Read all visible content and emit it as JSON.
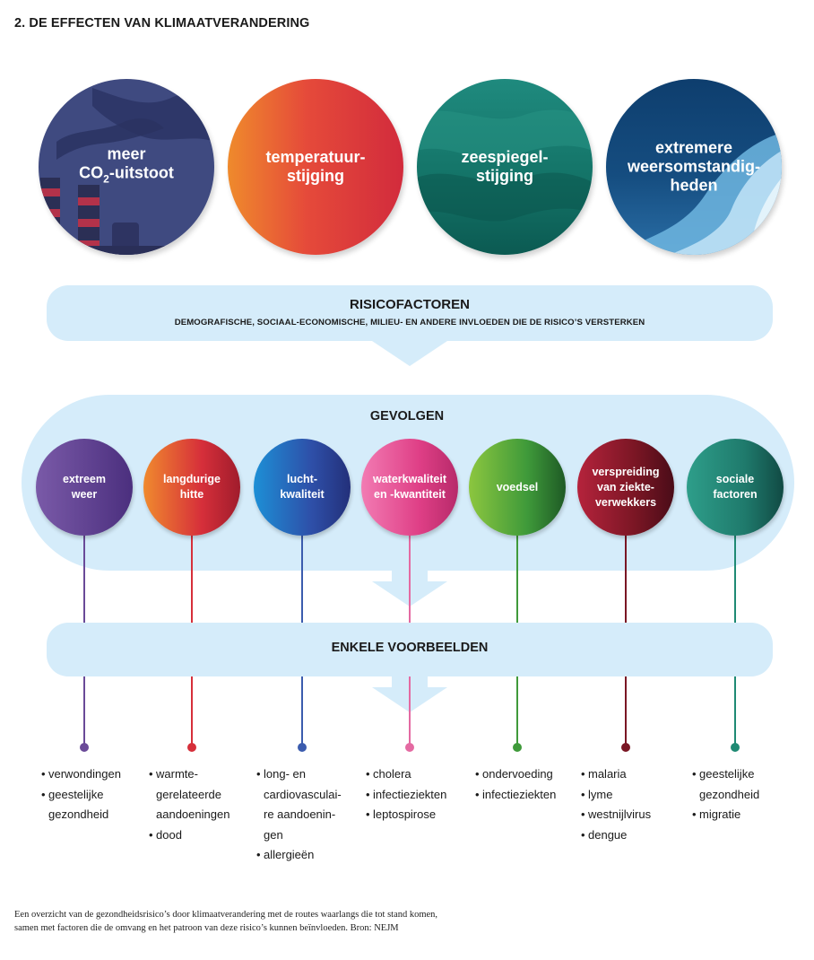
{
  "title": "2. DE EFFECTEN VAN KLIMAATVERANDERING",
  "effects": [
    {
      "line1": "meer",
      "line2_main": "CO",
      "line2_sub": "2",
      "line2_rest": "-uitstoot"
    },
    {
      "line1": "temperatuur-",
      "line2": "stijging"
    },
    {
      "line1": "zeespiegel-",
      "line2": "stijging"
    },
    {
      "line1": "extremere",
      "line2": "weersomstandig-",
      "line3": "heden"
    }
  ],
  "risicofactoren": {
    "title": "RISICOFACTOREN",
    "subtitle": "DEMOGRAFISCHE, SOCIAAL-ECONOMISCHE, MILIEU- EN ANDERE INVLOEDEN DIE DE RISICO’S VERSTERKEN"
  },
  "gevolgen": {
    "title": "GEVOLGEN",
    "items": [
      {
        "label": "extreem\nweer",
        "color": "#6a4a98"
      },
      {
        "label": "langdurige\nhitte",
        "color": "#d62f3a"
      },
      {
        "label": "lucht-\nkwaliteit",
        "color": "#3b5cae"
      },
      {
        "label": "waterkwaliteit\nen -kwantiteit",
        "color": "#e46aa2"
      },
      {
        "label": "voedsel",
        "color": "#3f9a3a"
      },
      {
        "label": "verspreiding\nvan ziekte-\nverwekkers",
        "color": "#7a1624"
      },
      {
        "label": "sociale\nfactoren",
        "color": "#1f8a74"
      }
    ]
  },
  "voorbeelden": {
    "title": "ENKELE VOORBEELDEN",
    "lists": [
      [
        [
          "verwondingen"
        ],
        [
          "geestelijke",
          "gezondheid"
        ]
      ],
      [
        [
          "warmte-",
          "gerelateerde",
          "aandoeningen"
        ],
        [
          "dood"
        ]
      ],
      [
        [
          "long- en",
          "cardiovasculai-",
          "re aandoenin-",
          "gen"
        ],
        [
          "allergieën"
        ]
      ],
      [
        [
          "cholera"
        ],
        [
          "infectieziekten"
        ],
        [
          "leptospirose"
        ]
      ],
      [
        [
          "ondervoeding"
        ],
        [
          "infectieziekten"
        ]
      ],
      [
        [
          "malaria"
        ],
        [
          "lyme"
        ],
        [
          "westnijlvirus"
        ],
        [
          "dengue"
        ]
      ],
      [
        [
          "geestelijke",
          "gezondheid"
        ],
        [
          "migratie"
        ]
      ]
    ]
  },
  "caption": [
    "Een overzicht van de gezondheidsrisico’s door klimaatverandering met de routes waarlangs die tot stand komen,",
    "samen met factoren die de omvang en het patroon van deze risico’s kunnen beïnvloeden. Bron: NEJM"
  ]
}
